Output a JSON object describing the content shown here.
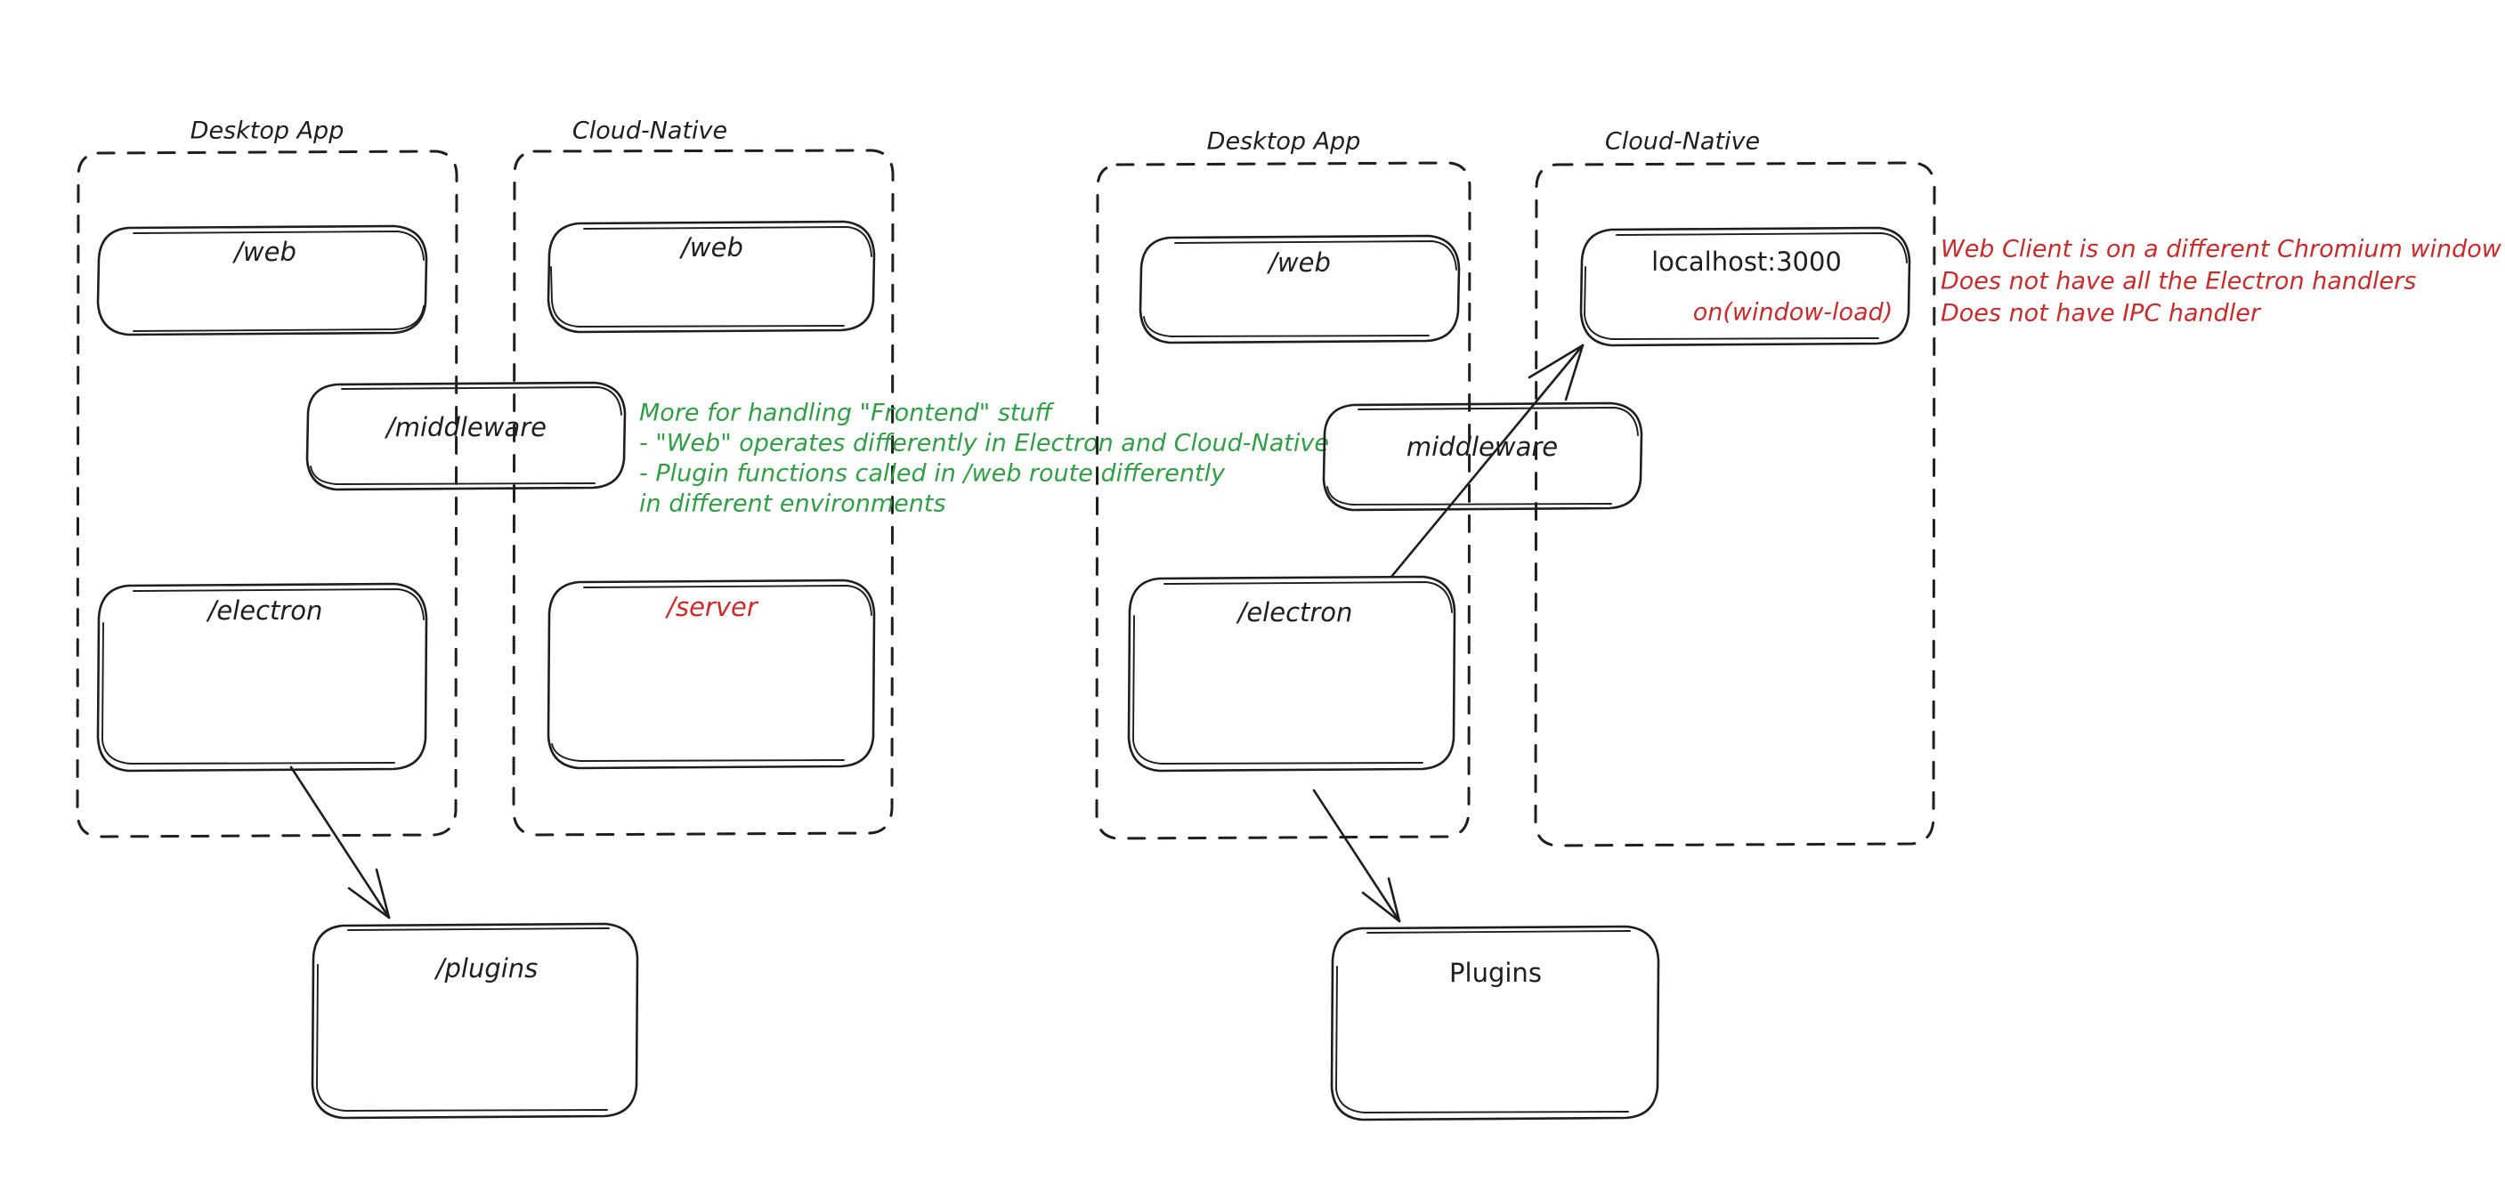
{
  "diagram": {
    "title_left_cluster": "Desktop App",
    "title_left_cluster_2": "Cloud-Native",
    "title_right_cluster": "Desktop App",
    "title_right_cluster_2": "Cloud-Native"
  },
  "left_cluster": {
    "groups": [
      {
        "label": "Desktop App"
      },
      {
        "label": "Cloud-Native"
      }
    ],
    "nodes": {
      "desktop_web": "/web",
      "cloud_web": "/web",
      "middleware": "/middleware",
      "electron": "/electron",
      "server": "/server",
      "plugins": "/plugins"
    }
  },
  "right_cluster": {
    "groups": [
      {
        "label": "Desktop App"
      },
      {
        "label": "Cloud-Native"
      }
    ],
    "nodes": {
      "desktop_web": "/web",
      "localhost": "localhost:3000",
      "localhost_sub": "on(window-load)",
      "middleware": "middleware",
      "electron": "/electron",
      "plugins": "Plugins"
    }
  },
  "notes": {
    "green": [
      "More for handling \"Frontend\" stuff",
      "- \"Web\" operates differently in Electron and Cloud-Native",
      "- Plugin functions called in /web route differently",
      "in different environments"
    ],
    "red": [
      "Web Client is on a different Chromium window",
      "Does not have all the Electron handlers",
      "Does not have IPC handler"
    ]
  },
  "colors": {
    "ink": "#1e1e1e",
    "green": "#2f9e44",
    "red": "#c92a2a",
    "background": "#ffffff"
  }
}
